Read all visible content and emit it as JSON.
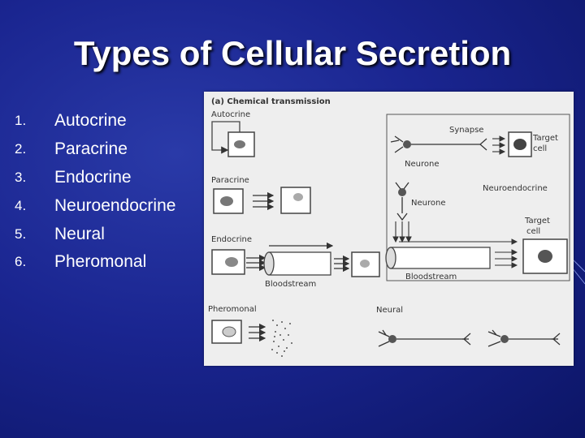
{
  "slide": {
    "title": "Types of Cellular Secretion",
    "items": [
      {
        "number": "1.",
        "label": "Autocrine"
      },
      {
        "number": "2.",
        "label": "Paracrine"
      },
      {
        "number": "3.",
        "label": "Endocrine"
      },
      {
        "number": "4.",
        "label": "Neuroendocrine"
      },
      {
        "number": "5.",
        "label": "Neural"
      },
      {
        "number": "6.",
        "label": "Pheromonal"
      }
    ]
  },
  "figure": {
    "heading": "(a) Chemical transmission",
    "labels": {
      "autocrine": "Autocrine",
      "paracrine": "Paracrine",
      "endocrine": "Endocrine",
      "pheromonal": "Pheromonal",
      "synapse": "Synapse",
      "target_cell_1a": "Target",
      "target_cell_1b": "cell",
      "neurone_1": "Neurone",
      "neurone_2": "Neurone",
      "neuroendocrine": "Neuroendocrine",
      "target_cell_2a": "Target",
      "target_cell_2b": "cell",
      "bloodstream_1": "Bloodstream",
      "bloodstream_2": "Bloodstream",
      "neural": "Neural"
    }
  }
}
